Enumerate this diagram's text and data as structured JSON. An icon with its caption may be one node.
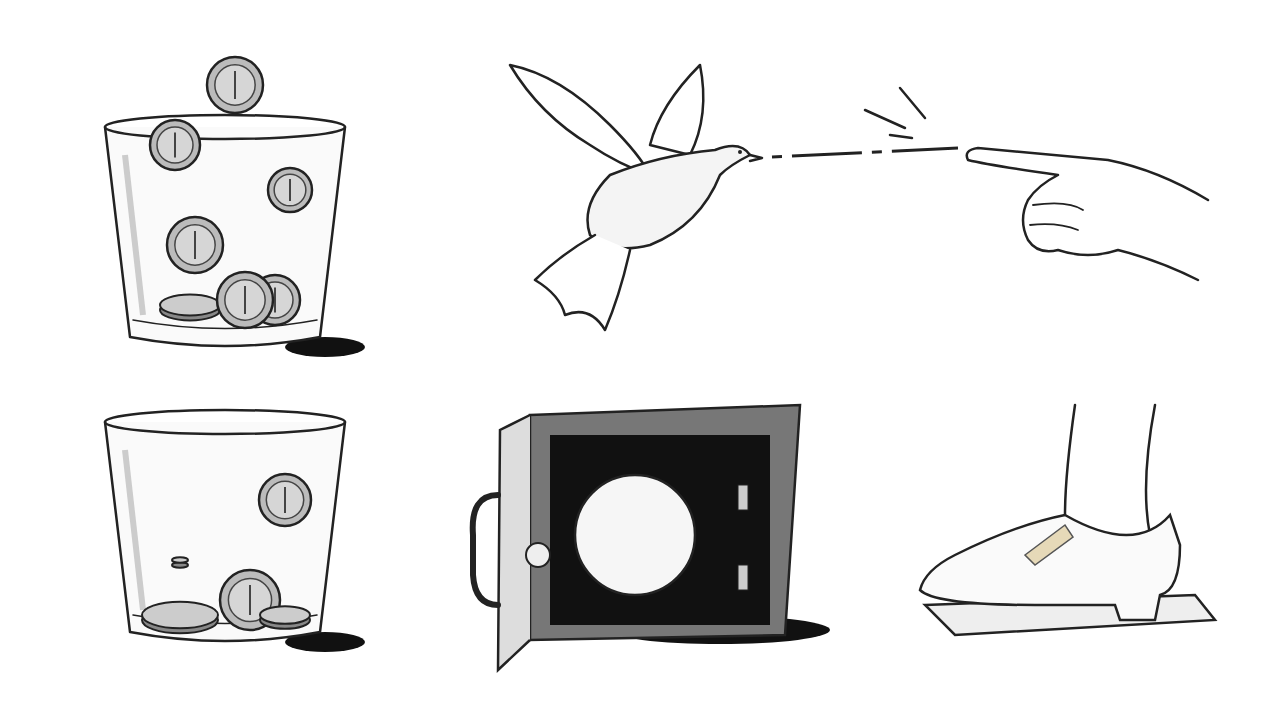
{
  "diagram": {
    "nodes": [
      {
        "text": [],
        "shape": "picture"
      },
      {
        "text": [],
        "shape": "picture"
      }
    ],
    "edges": [
      {
        "from": 0,
        "to": 1,
        "arrow": "none",
        "style": "dashed"
      }
    ]
  }
}
